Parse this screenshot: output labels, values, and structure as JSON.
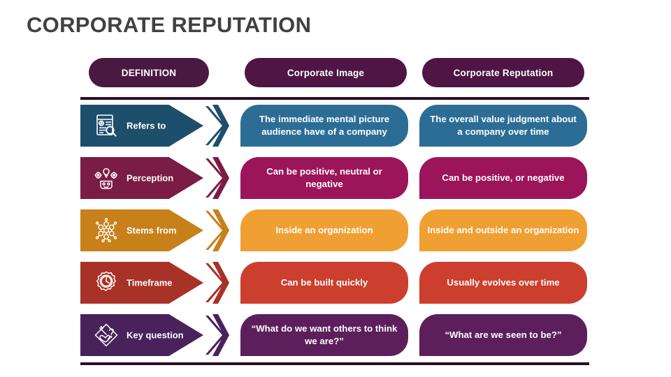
{
  "slide": {
    "title": "CORPORATE REPUTATION",
    "title_color": "#414141",
    "background": "#ffffff",
    "divider_color": "#2a0f26"
  },
  "header": {
    "columns": [
      {
        "label": "DEFINITION",
        "color": "#4a1942"
      },
      {
        "label": "Corporate Image",
        "color": "#4e1545"
      },
      {
        "label": "Corporate Reputation",
        "color": "#4e1545"
      }
    ]
  },
  "rows": [
    {
      "label": "Refers to",
      "icon": "document-search-icon",
      "theme": "blue",
      "label_color": "#1d4e6b",
      "card_color": "#2c6d96",
      "corporate_image": "The immediate mental picture audience have of a company",
      "corporate_reputation": "The overall value judgment about a company over time"
    },
    {
      "label": "Perception",
      "icon": "head-lightbulb-gears-icon",
      "theme": "magenta",
      "label_color": "#7a1c46",
      "card_color": "#9c1459",
      "corporate_image": "Can be positive, neutral or negative",
      "corporate_reputation": "Can be positive, or negative"
    },
    {
      "label": "Stems from",
      "icon": "molecule-network-icon",
      "theme": "orange",
      "label_color": "#c8801a",
      "card_color": "#f0a033",
      "corporate_image": "Inside an organization",
      "corporate_reputation": "Inside and outside an organization"
    },
    {
      "label": "Timeframe",
      "icon": "clock-gear-icon",
      "theme": "red",
      "label_color": "#a83228",
      "card_color": "#cc3f2e",
      "corporate_image": "Can be built quickly",
      "corporate_reputation": "Usually evolves over time"
    },
    {
      "label": "Key question",
      "icon": "hand-pencil-question-icon",
      "theme": "purple",
      "label_color": "#49225c",
      "card_color": "#5c1f5c",
      "corporate_image": "“What do we want others to think we are?”",
      "corporate_reputation": "“What are we seen to be?”"
    }
  ]
}
